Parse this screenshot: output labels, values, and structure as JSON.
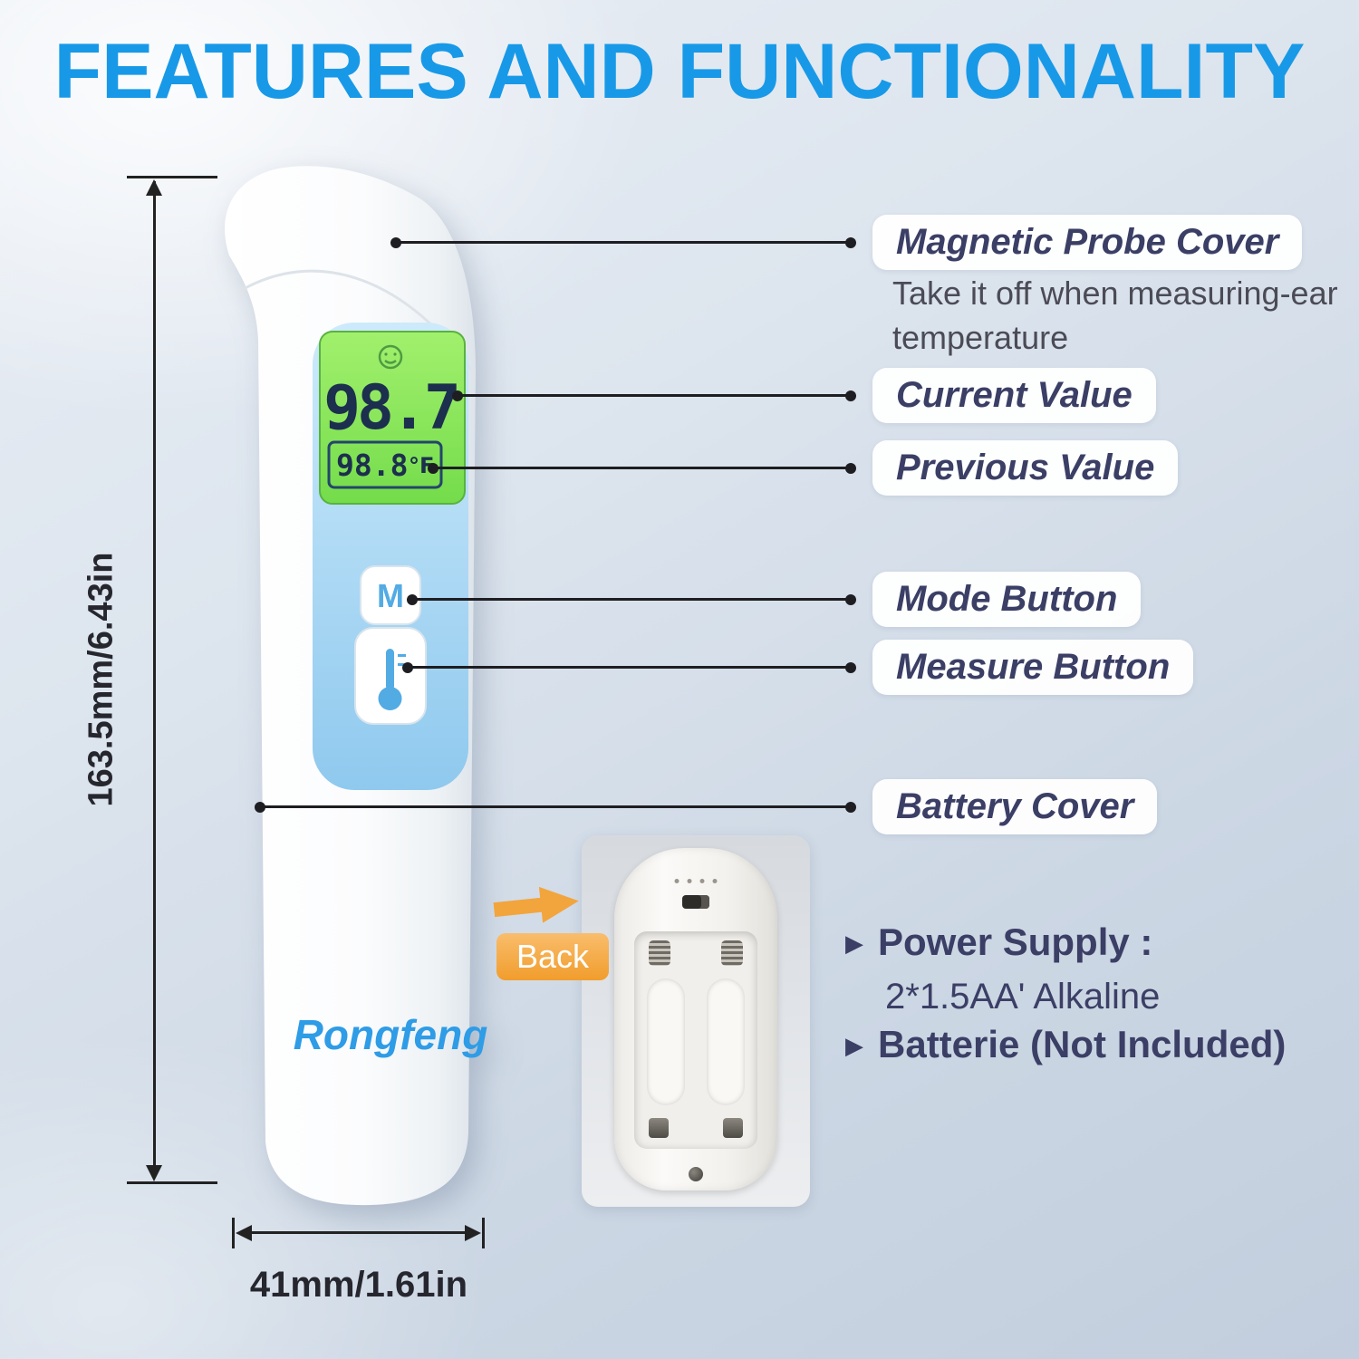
{
  "title": "FEATURES AND FUNCTIONALITY",
  "dimensions": {
    "height": "163.5mm/6.43in",
    "width": "41mm/1.61in"
  },
  "device": {
    "logo": "Rongfeng",
    "mode_button": "M",
    "lcd": {
      "current_value": "98.7",
      "previous_value": "98.8",
      "unit": "°F"
    }
  },
  "callouts": [
    {
      "label": "Magnetic Probe Cover",
      "description": "Take it off when measuring-ear temperature"
    },
    {
      "label": "Current Value"
    },
    {
      "label": "Previous Value"
    },
    {
      "label": "Mode Button"
    },
    {
      "label": "Measure Button"
    },
    {
      "label": "Battery Cover"
    }
  ],
  "back_tag": "Back",
  "bullet_icon": "▶",
  "notes": [
    {
      "title": "Power Supply :",
      "detail": "2*1.5AA' Alkaline"
    },
    {
      "title": "Batterie (Not Included)"
    }
  ],
  "colors": {
    "title_blue": "#1899e8",
    "label_navy": "#3b3f66",
    "orange": "#f2a53c",
    "lcd_green": "#8ce65e"
  }
}
